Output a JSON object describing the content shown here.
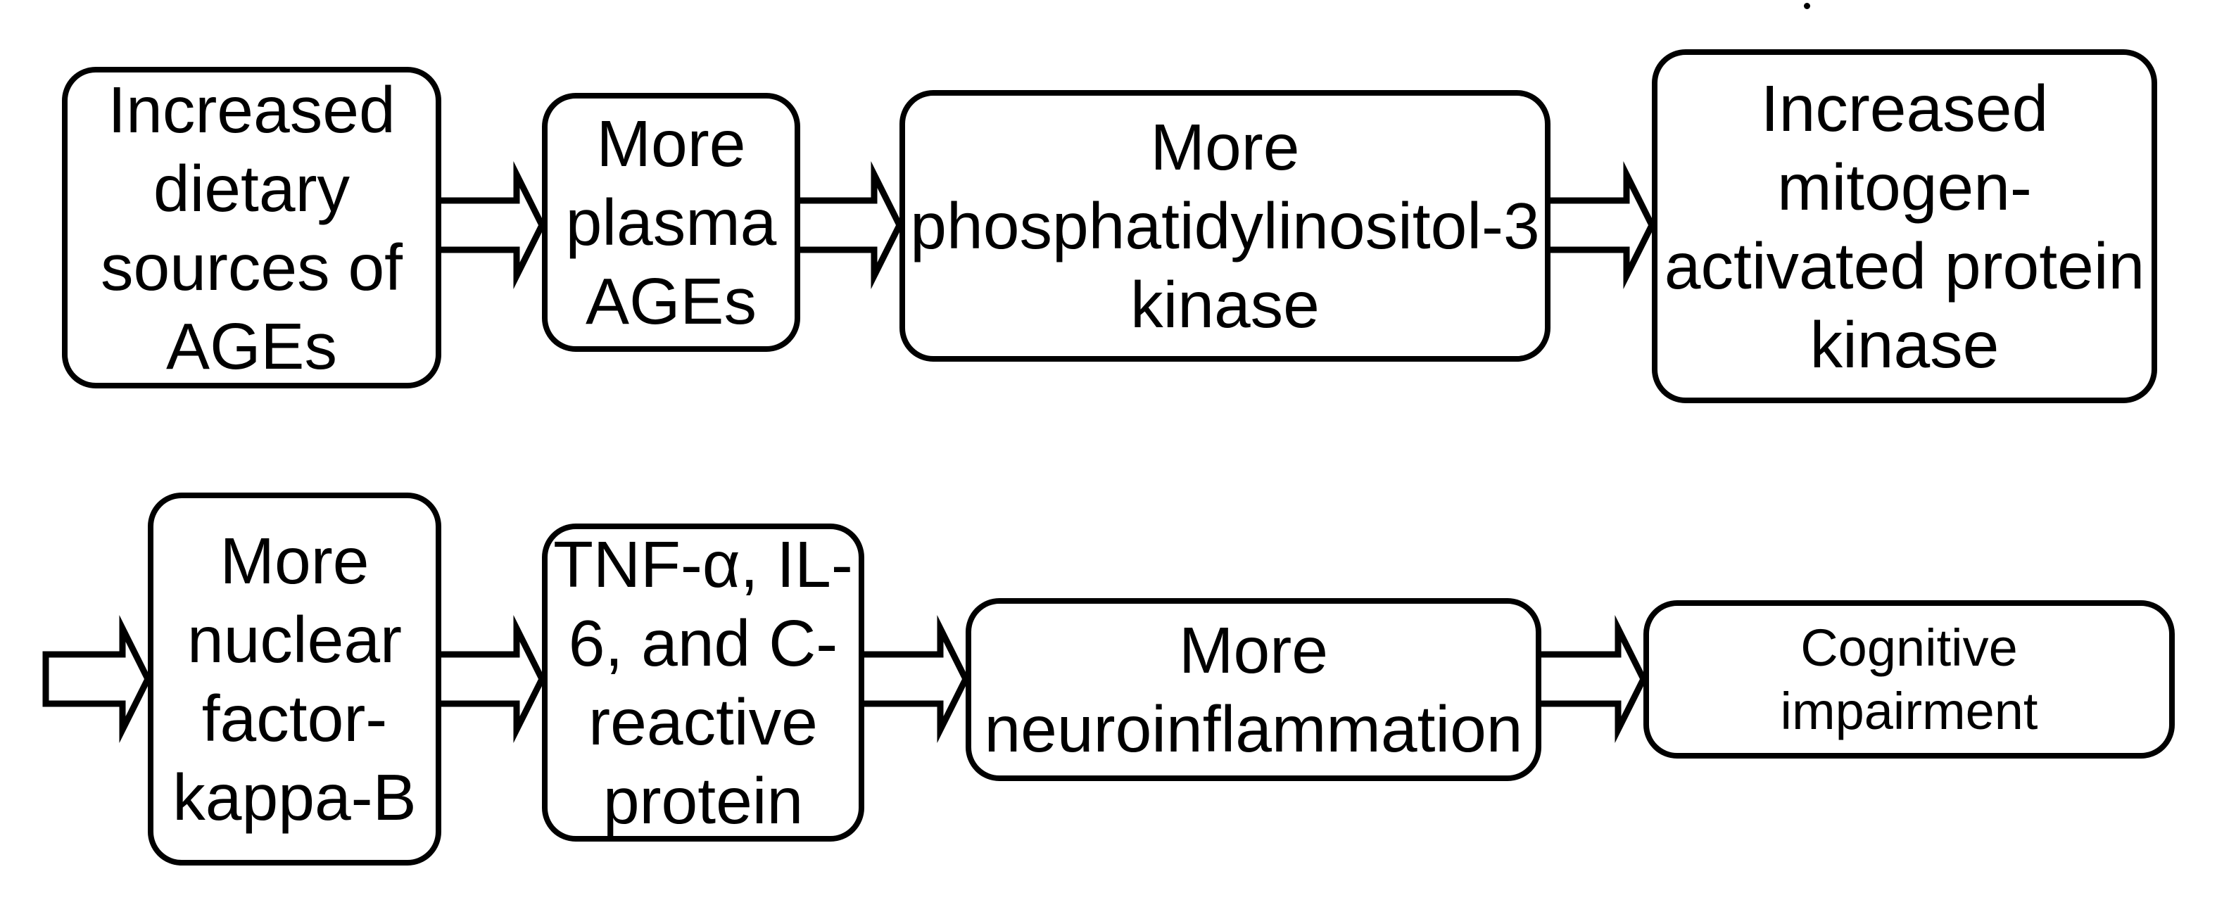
{
  "figure": {
    "type": "flowchart",
    "colors": {
      "ink": "#000000",
      "paper": "#ffffff"
    }
  },
  "nodes": [
    {
      "id": "dietary-ages",
      "text": "Increased dietary sources of AGEs",
      "lines": [
        "Increased",
        "dietary",
        "sources of",
        "AGEs"
      ]
    },
    {
      "id": "plasma-ages",
      "text": "More plasma AGEs",
      "lines": [
        "More",
        "plasma",
        "AGEs"
      ]
    },
    {
      "id": "pi3-kinase",
      "text": "More phosphatidylinositol-3 kinase",
      "lines": [
        "More",
        "phosphatidylinositol-3",
        "kinase"
      ]
    },
    {
      "id": "map-kinase",
      "text": "Increased mitogen-activated protein kinase",
      "lines": [
        "Increased",
        "mitogen-",
        "activated protein",
        "kinase"
      ]
    },
    {
      "id": "nf-kappa-b",
      "text": "More nuclear factor-kappa-B",
      "lines": [
        "More",
        "nuclear",
        "factor-",
        "kappa-B"
      ]
    },
    {
      "id": "inflammatory-markers",
      "text": "TNF-α, IL-6, and C-reactive protein",
      "lines": [
        "TNF-α, IL-",
        "6, and C-",
        "reactive",
        "protein"
      ]
    },
    {
      "id": "neuroinflammation",
      "text": "More neuroinflammation",
      "lines": [
        "More",
        "neuroinflammation"
      ]
    },
    {
      "id": "cognitive-impairment",
      "text": "Cognitive impairment",
      "lines": [
        "Cognitive",
        "impairment"
      ]
    }
  ],
  "arrows": [
    {
      "from": "dietary-ages",
      "to": "plasma-ages"
    },
    {
      "from": "plasma-ages",
      "to": "pi3-kinase"
    },
    {
      "from": "pi3-kinase",
      "to": "map-kinase"
    },
    {
      "from": "map-kinase",
      "to": "nf-kappa-b"
    },
    {
      "from": "nf-kappa-b",
      "to": "inflammatory-markers"
    },
    {
      "from": "inflammatory-markers",
      "to": "neuroinflammation"
    },
    {
      "from": "neuroinflammation",
      "to": "cognitive-impairment"
    }
  ]
}
